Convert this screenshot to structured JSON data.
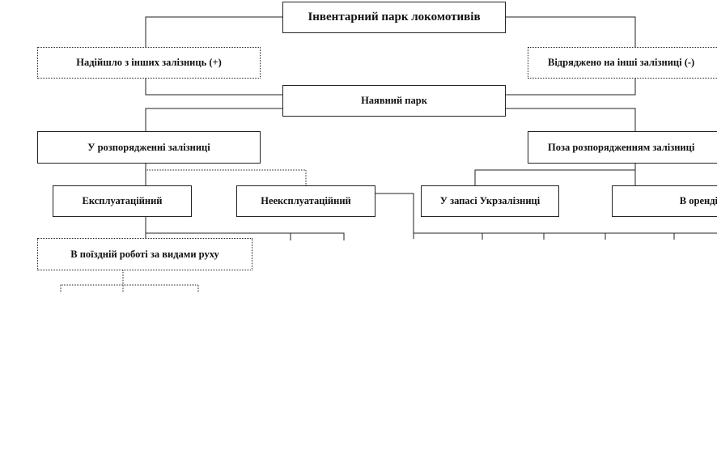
{
  "diagram": {
    "title": "Інвентарний парк локомотивів",
    "received": "Надійшло з інших залізниць (+)",
    "sent": "Відряджено на інші залізниці (-)",
    "available": "Наявний парк",
    "at_disposal": "У розпорядженні залізниці",
    "out_of_disposal": "Поза розпорядженням залізниці",
    "operational": "Експлуатаційний",
    "non_operational": "Неексплуатаційний",
    "reserve": "У запасі Укрзалізниці",
    "lease": "В оренді",
    "train_work": "В поїздній роботі за видами руху"
  },
  "colors": {
    "line": "#222222",
    "background": "#ffffff"
  }
}
